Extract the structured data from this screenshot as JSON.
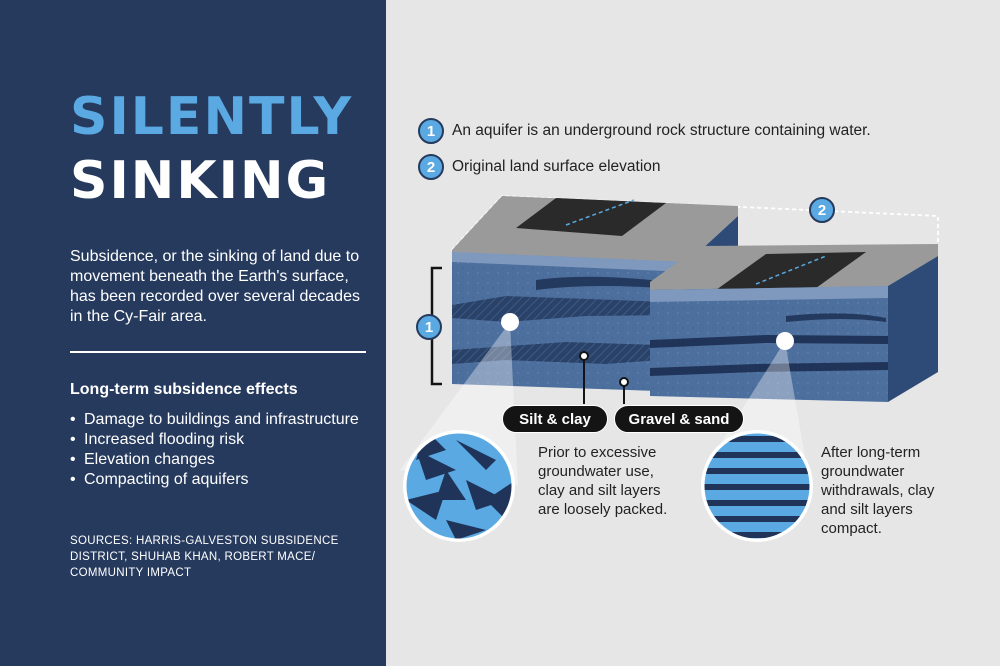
{
  "title": {
    "line1": "SILENTLY",
    "line2": "SINKING"
  },
  "intro": "Subsidence, or the sinking of land due to movement beneath the Earth's surface, has been recorded over several decades in the Cy-Fair area.",
  "effects": {
    "heading": "Long-term subsidence effects",
    "items": [
      "Damage to buildings and infrastructure",
      "Increased flooding risk",
      "Elevation changes",
      "Compacting of aquifers"
    ]
  },
  "sources": "SOURCES: HARRIS-GALVESTON SUBSIDENCE DISTRICT, SHUHAB KHAN, ROBERT MACE/ COMMUNITY IMPACT",
  "legend": [
    {
      "number": "1",
      "text": "An aquifer is an underground rock structure containing water."
    },
    {
      "number": "2",
      "text": "Original land surface elevation"
    }
  ],
  "diagram": {
    "badge_aquifer": "1",
    "badge_surface": "2",
    "label_silt_clay": "Silt & clay",
    "label_gravel_sand": "Gravel & sand",
    "caption_before": "Prior to excessive groundwater use, clay and silt layers are loosely packed.",
    "caption_after": "After long-term groundwater withdrawals, clay and silt layers compact."
  },
  "colors": {
    "panel": "#263a5e",
    "accent": "#5aa9e2",
    "background": "#e6e6e6",
    "aquifer_blue": "#4d6f9d",
    "clay_dark": "#1f3458",
    "road": "#2a2a2a",
    "ground": "#8a8a8a"
  },
  "icons": [
    "number-badge-icon",
    "pointer-line-icon",
    "magnifier-circle-icon"
  ]
}
